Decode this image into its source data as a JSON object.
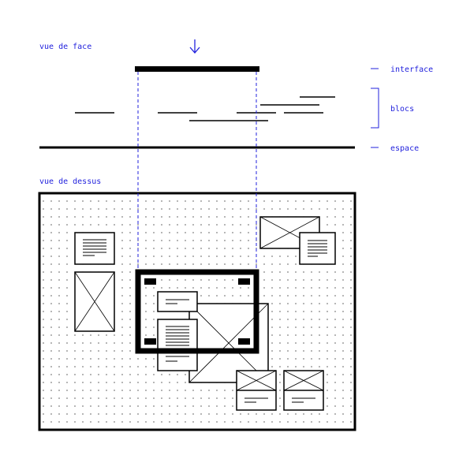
{
  "colors": {
    "ink": "#000000",
    "accent": "#2222dd",
    "background": "#ffffff"
  },
  "labels": {
    "front_view": "vue de face",
    "top_view": "vue de dessus",
    "interface": "interface",
    "blocks": "blocs",
    "space": "espace"
  },
  "icons": {
    "arrow": "down-arrow-icon"
  }
}
